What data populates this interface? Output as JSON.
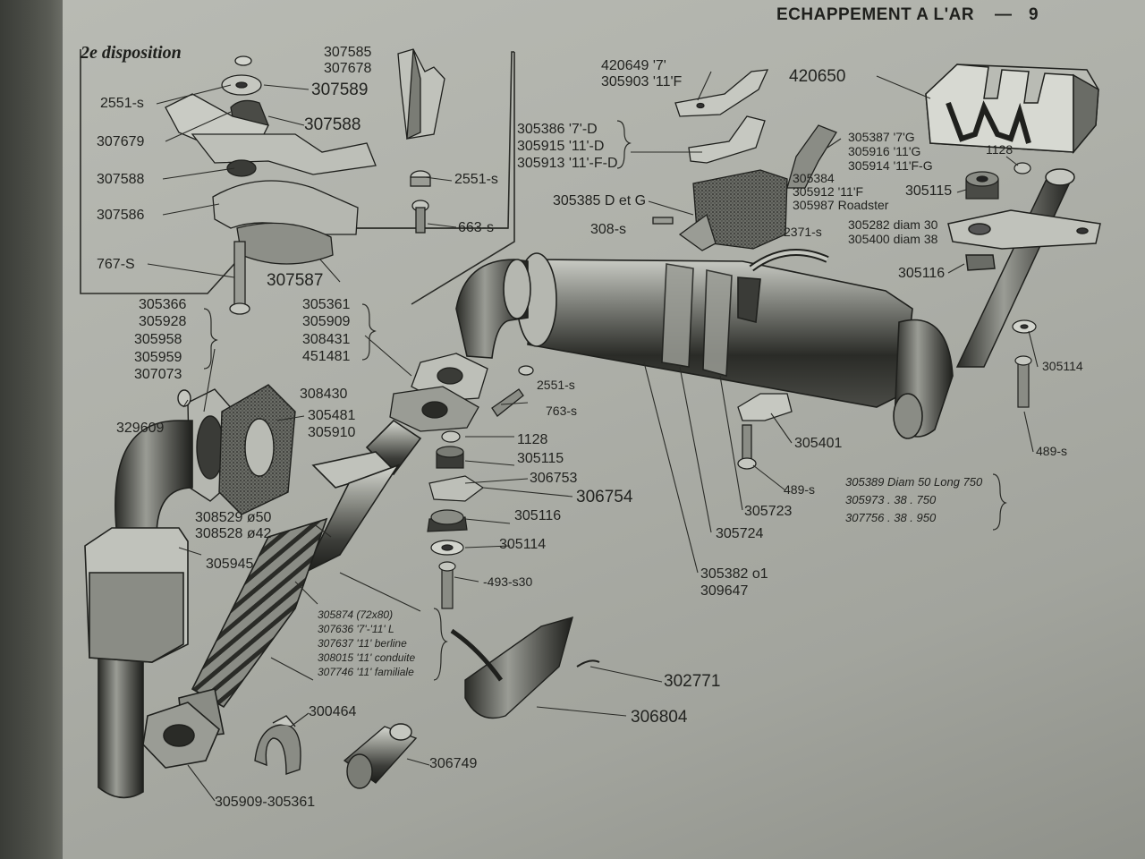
{
  "header": {
    "text": "ECHAPPEMENT A L'AR",
    "dash": "—",
    "page": "9"
  },
  "inset_title": "2e disposition",
  "labels": {
    "l2551a": "2551-s",
    "l307585": "307585",
    "l307678": "307678",
    "l307589": "307589",
    "l307679": "307679",
    "l307588a": "307588",
    "l307588b": "307588",
    "l307586": "307586",
    "l2551b": "2551-s",
    "l663": "663-s",
    "l767": "767-S",
    "l307587": "307587",
    "l420649": "420649 '7'",
    "l305903": "305903 '11'F",
    "l420650": "420650",
    "l305386": "305386 '7'-D",
    "l305915": "305915 '11'-D",
    "l305913": "305913 '11'-F-D",
    "l305387": "305387 '7'G",
    "l305916": "305916 '11'G",
    "l305914": "305914 '11'F-G",
    "l1128a": "1128",
    "l305384": "305384",
    "l305912": "305912 '11'F",
    "l305987": "305987 Roadster",
    "l305385": "305385 D et G",
    "l305115a": "305115",
    "l308": "308-s",
    "l2371": "2371-s",
    "l305282": "305282 diam 30",
    "l305400": "305400 diam 38",
    "l305116a": "305116",
    "l305366": "305366",
    "l305928": "305928",
    "l305958": "305958",
    "l305959": "305959",
    "l307073": "307073",
    "l305361": "305361",
    "l305909": "305909",
    "l308431": "308431",
    "l451481": "451481",
    "l305114a": "305114",
    "l2551c": "2551-s",
    "l308430": "308430",
    "l763": "763-s",
    "l305481": "305481",
    "l305910": "305910",
    "l329609": "329609",
    "l1128b": "1128",
    "l305115b": "305115",
    "l306753": "306753",
    "l306754": "306754",
    "l305401": "305401",
    "l489a": "489-s",
    "l489b": "489-s",
    "l305389": "305389 Diam 50 Long 750",
    "l305973": "305973 . 38 . 750",
    "l307756": "307756 . 38 . 950",
    "l308529": "308529 ø50",
    "l308528": "308528 ø42",
    "l305116b": "305116",
    "l305114b": "305114",
    "l305723": "305723",
    "l305724": "305724",
    "l305945": "305945",
    "l493": "-493-s30",
    "l305382": "305382 o1",
    "l309647": "309647",
    "l305874": "305874 (72x80)",
    "l307636": "307636 '7'-'11' L",
    "l307637": "307637 '11' berline",
    "l308015": "308015 '11' conduite",
    "l307746": "307746 '11' familiale",
    "l302771": "302771",
    "l300464": "300464",
    "l306804": "306804",
    "l306749": "306749",
    "l305909b": "305909-305361"
  },
  "colors": {
    "paper": "#aeb0a9",
    "ink": "#1f201d"
  }
}
